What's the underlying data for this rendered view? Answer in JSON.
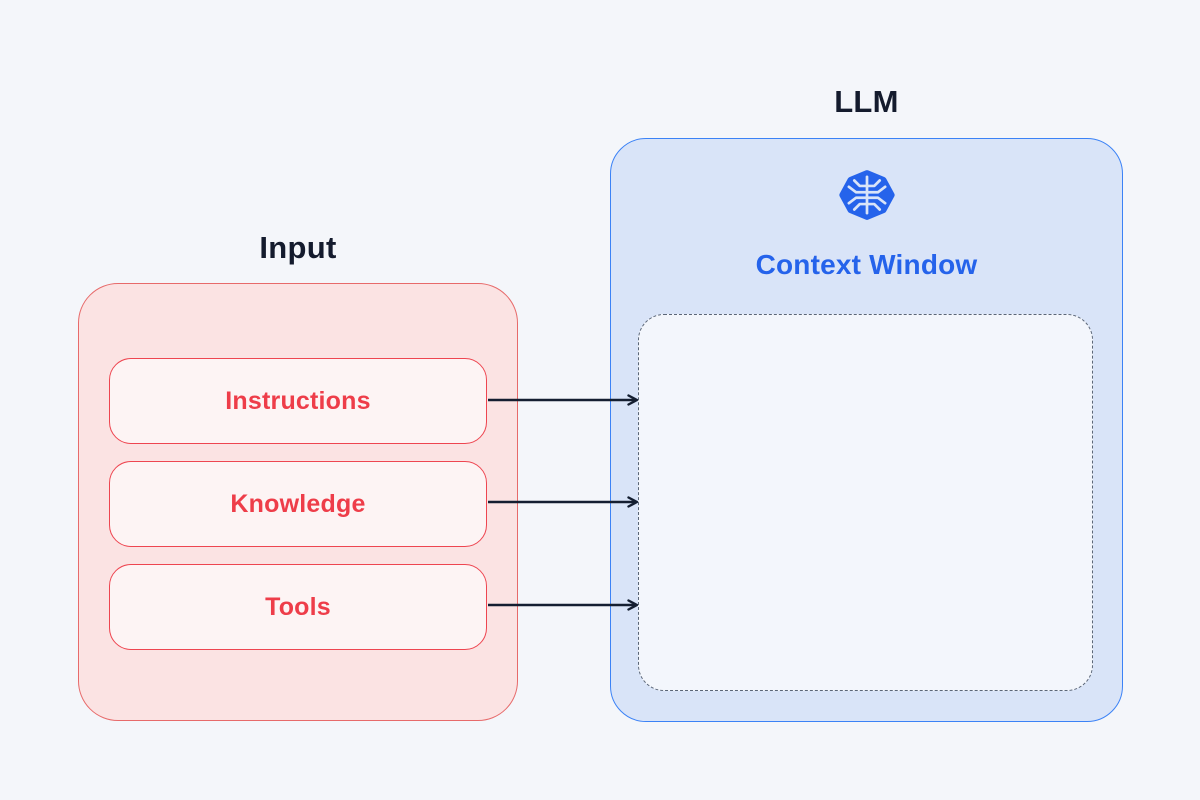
{
  "input_panel": {
    "title": "Input",
    "items": [
      {
        "label": "Instructions"
      },
      {
        "label": "Knowledge"
      },
      {
        "label": "Tools"
      }
    ]
  },
  "llm_panel": {
    "title": "LLM",
    "icon": "brain-circuit-icon",
    "context_window_label": "Context Window"
  },
  "arrows": {
    "count": 3,
    "direction": "input-items-to-context-window"
  },
  "colors": {
    "page_background": "#f4f6fa",
    "title_text": "#141b2d",
    "input_fill": "#fbe3e3",
    "input_border": "#e76a6a",
    "input_item_fill": "#fdf4f4",
    "input_item_border": "#ee4550",
    "input_item_text": "#ee3d49",
    "llm_fill": "#d9e4f8",
    "llm_border": "#3b82f6",
    "llm_accent": "#2563eb",
    "context_window_fill": "#f3f6fc",
    "context_window_border": "#5b6677",
    "arrow": "#141e31"
  }
}
